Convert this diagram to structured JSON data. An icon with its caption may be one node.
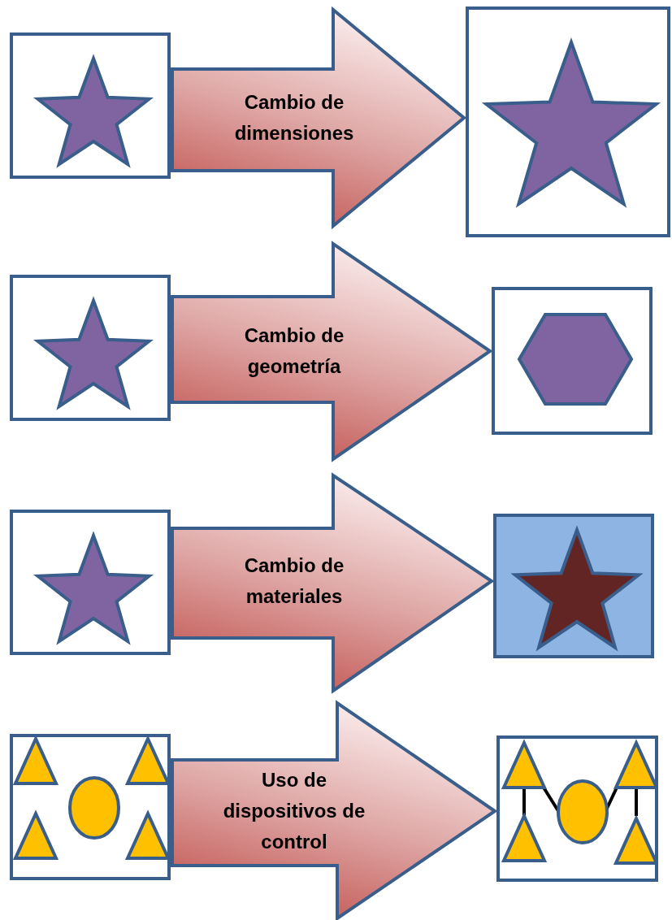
{
  "diagram": {
    "nodes": [
      {
        "text": [],
        "shape": "picture"
      },
      {
        "text": [],
        "shape": "picture"
      },
      {
        "text": [],
        "shape": "picture"
      },
      {
        "text": [],
        "shape": "picture"
      },
      {
        "text": [],
        "shape": "picture"
      },
      {
        "text": [],
        "shape": "picture"
      },
      {
        "text": [],
        "shape": "picture"
      },
      {
        "text": [],
        "shape": "picture"
      }
    ],
    "edges": [
      {
        "from": 0,
        "to": 1,
        "arrow": "to",
        "label": "Cambio de dimensiones"
      },
      {
        "from": 2,
        "to": 3,
        "arrow": "to",
        "label": "Cambio de geometría"
      },
      {
        "from": 4,
        "to": 5,
        "arrow": "to",
        "label": "Cambio de materiales"
      },
      {
        "from": 6,
        "to": 7,
        "arrow": "to",
        "label": "Uso de dispositivos de control"
      }
    ]
  }
}
